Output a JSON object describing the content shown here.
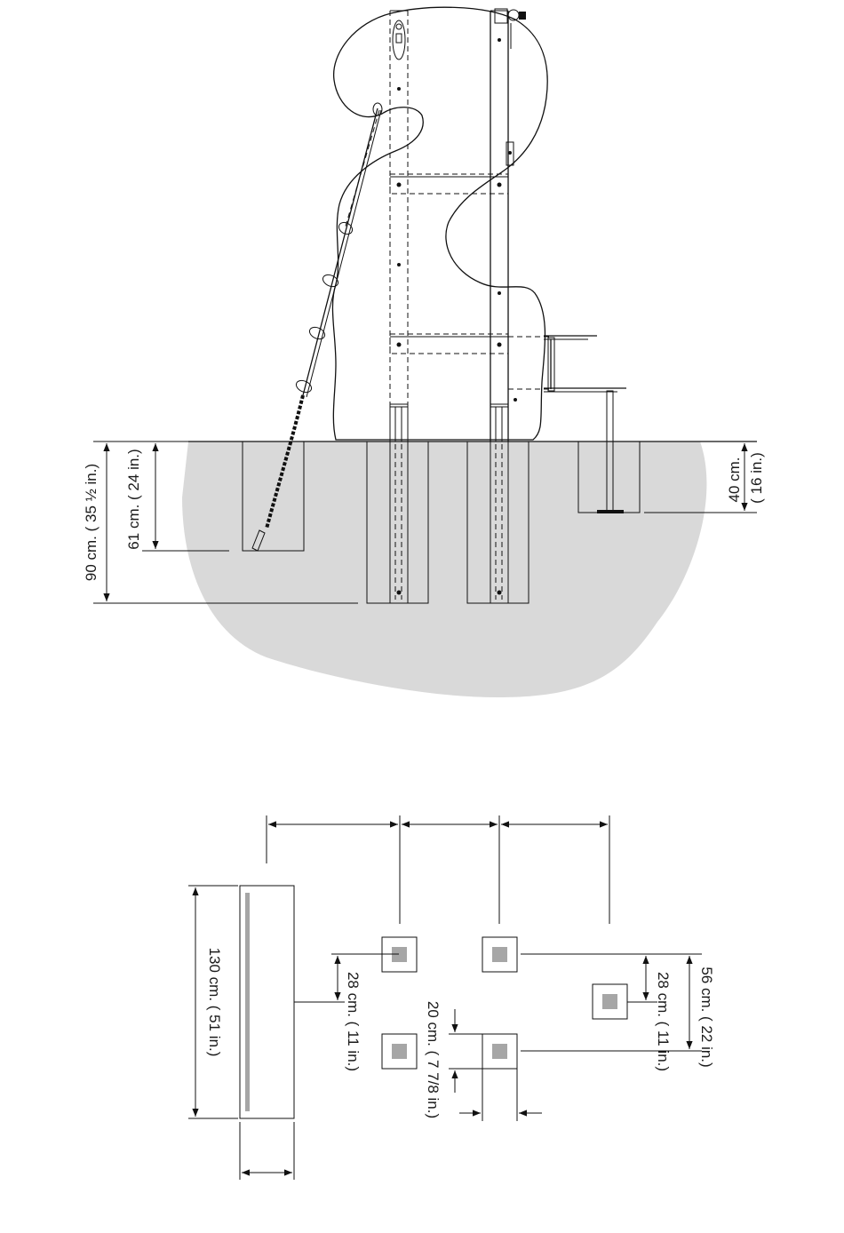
{
  "elevation": {
    "labels": {
      "depth_90": "90 cm. ( 35 ½ in.)",
      "depth_61": "61 cm. ( 24 in.)",
      "depth_40": "40 cm.",
      "depth_40_in": "( 16 in.)"
    }
  },
  "plan": {
    "labels": {
      "length_130": "130 cm. ( 51 in.)",
      "spacing_28_left": "28 cm. ( 11 in.)",
      "square_20": "20 cm. ( 7 7/8 in.)",
      "spacing_28_right": "28 cm. ( 11 in.)",
      "spacing_56": "56 cm. ( 22 in.)"
    }
  },
  "colors": {
    "soil": "#d9d9d9",
    "footing": "#a6a6a6",
    "line": "#111111"
  }
}
